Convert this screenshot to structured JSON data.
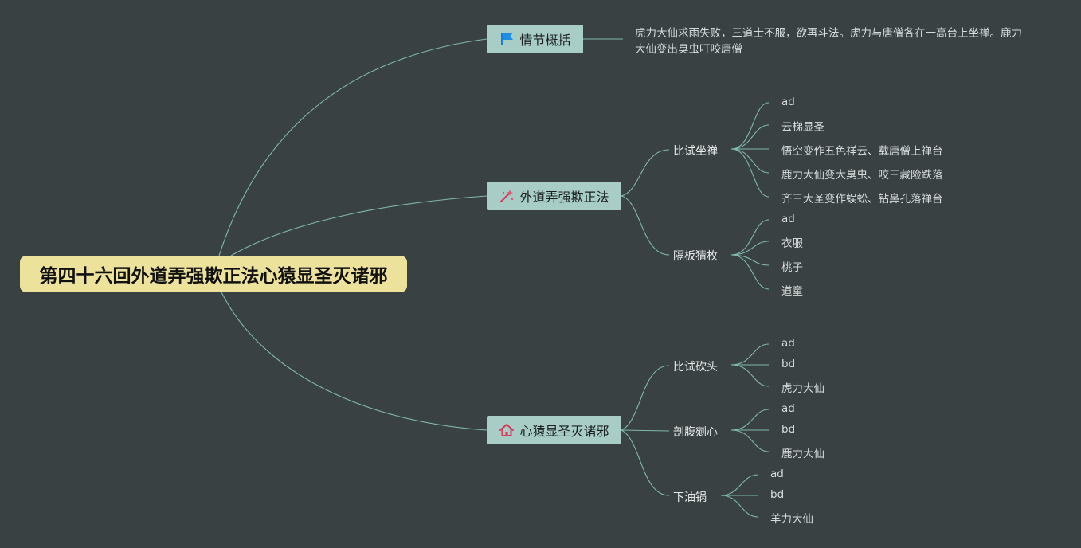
{
  "root": {
    "label": "第四十六回外道弄强欺正法心猿显圣灭诸邪"
  },
  "branches": [
    {
      "label": "情节概括",
      "icon": "flag-icon",
      "summary": "虎力大仙求雨失败，三道士不服，欲再斗法。虎力与唐僧各在一高台上坐禅。鹿力大仙变出臭虫叮咬唐僧"
    },
    {
      "label": "外道弄强欺正法",
      "icon": "magic-wand-icon",
      "subs": [
        {
          "label": "比试坐禅",
          "leaves": [
            "ad",
            "云梯显圣",
            "悟空变作五色祥云、载唐僧上禅台",
            "鹿力大仙变大臭虫、咬三藏险跌落",
            "齐三大圣变作蜈蚣、钻鼻孔落禅台"
          ]
        },
        {
          "label": "隔板猜枚",
          "leaves": [
            "ad",
            "衣服",
            "桃子",
            "道童"
          ]
        }
      ]
    },
    {
      "label": "心猿显圣灭诸邪",
      "icon": "home-icon",
      "subs": [
        {
          "label": "比试砍头",
          "leaves": [
            "ad",
            "bd",
            "虎力大仙"
          ]
        },
        {
          "label": "剖腹剜心",
          "leaves": [
            "ad",
            "bd",
            "鹿力大仙"
          ]
        },
        {
          "label": "下油锅",
          "leaves": [
            "ad",
            "bd",
            "羊力大仙"
          ]
        }
      ]
    }
  ],
  "colors": {
    "background": "#3a4143",
    "root_fill": "#ece29c",
    "branch_fill": "#a7cdc6",
    "line": "#7fb8ad"
  }
}
